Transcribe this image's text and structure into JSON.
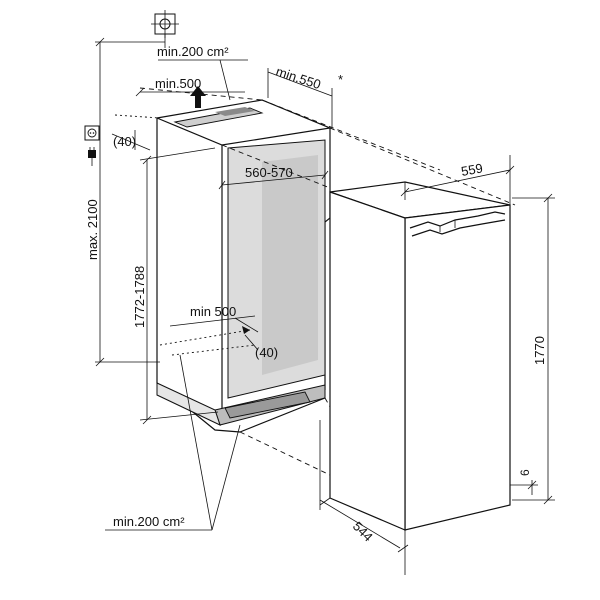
{
  "labels": {
    "max_height": "max. 2100",
    "niche_height": "1772-1788",
    "top_vent": "min.200 cm²",
    "top_depth": "min.500",
    "niche_depth": "min.550",
    "niche_depth_star": "*",
    "setback_top": "(40)",
    "niche_width": "560-570",
    "bottom_depth": "min 500",
    "setback_bottom": "(40)",
    "bottom_vent": "min.200 cm²",
    "appliance_width": "559",
    "appliance_height": "1770",
    "appliance_depth": "544",
    "plinth_gap": "6"
  },
  "icons": [
    "socket-icon",
    "plug-icon",
    "center-mark-icon",
    "airflow-arrow-icon"
  ]
}
